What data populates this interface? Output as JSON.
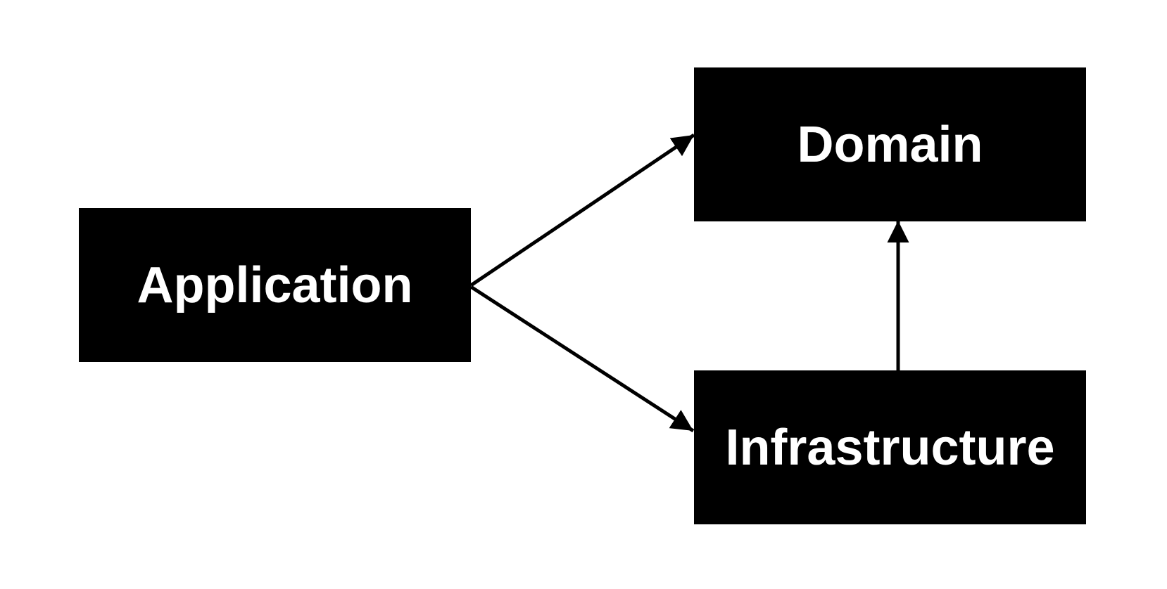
{
  "diagram": {
    "background_color": "#ffffff",
    "node_fill_color": "#000000",
    "node_text_color": "#ffffff",
    "arrow_color": "#000000",
    "nodes": [
      {
        "id": "application",
        "label": "Application"
      },
      {
        "id": "domain",
        "label": "Domain"
      },
      {
        "id": "infrastructure",
        "label": "Infrastructure"
      }
    ],
    "edges": [
      {
        "from": "application",
        "to": "domain"
      },
      {
        "from": "application",
        "to": "infrastructure"
      },
      {
        "from": "infrastructure",
        "to": "domain"
      }
    ]
  }
}
